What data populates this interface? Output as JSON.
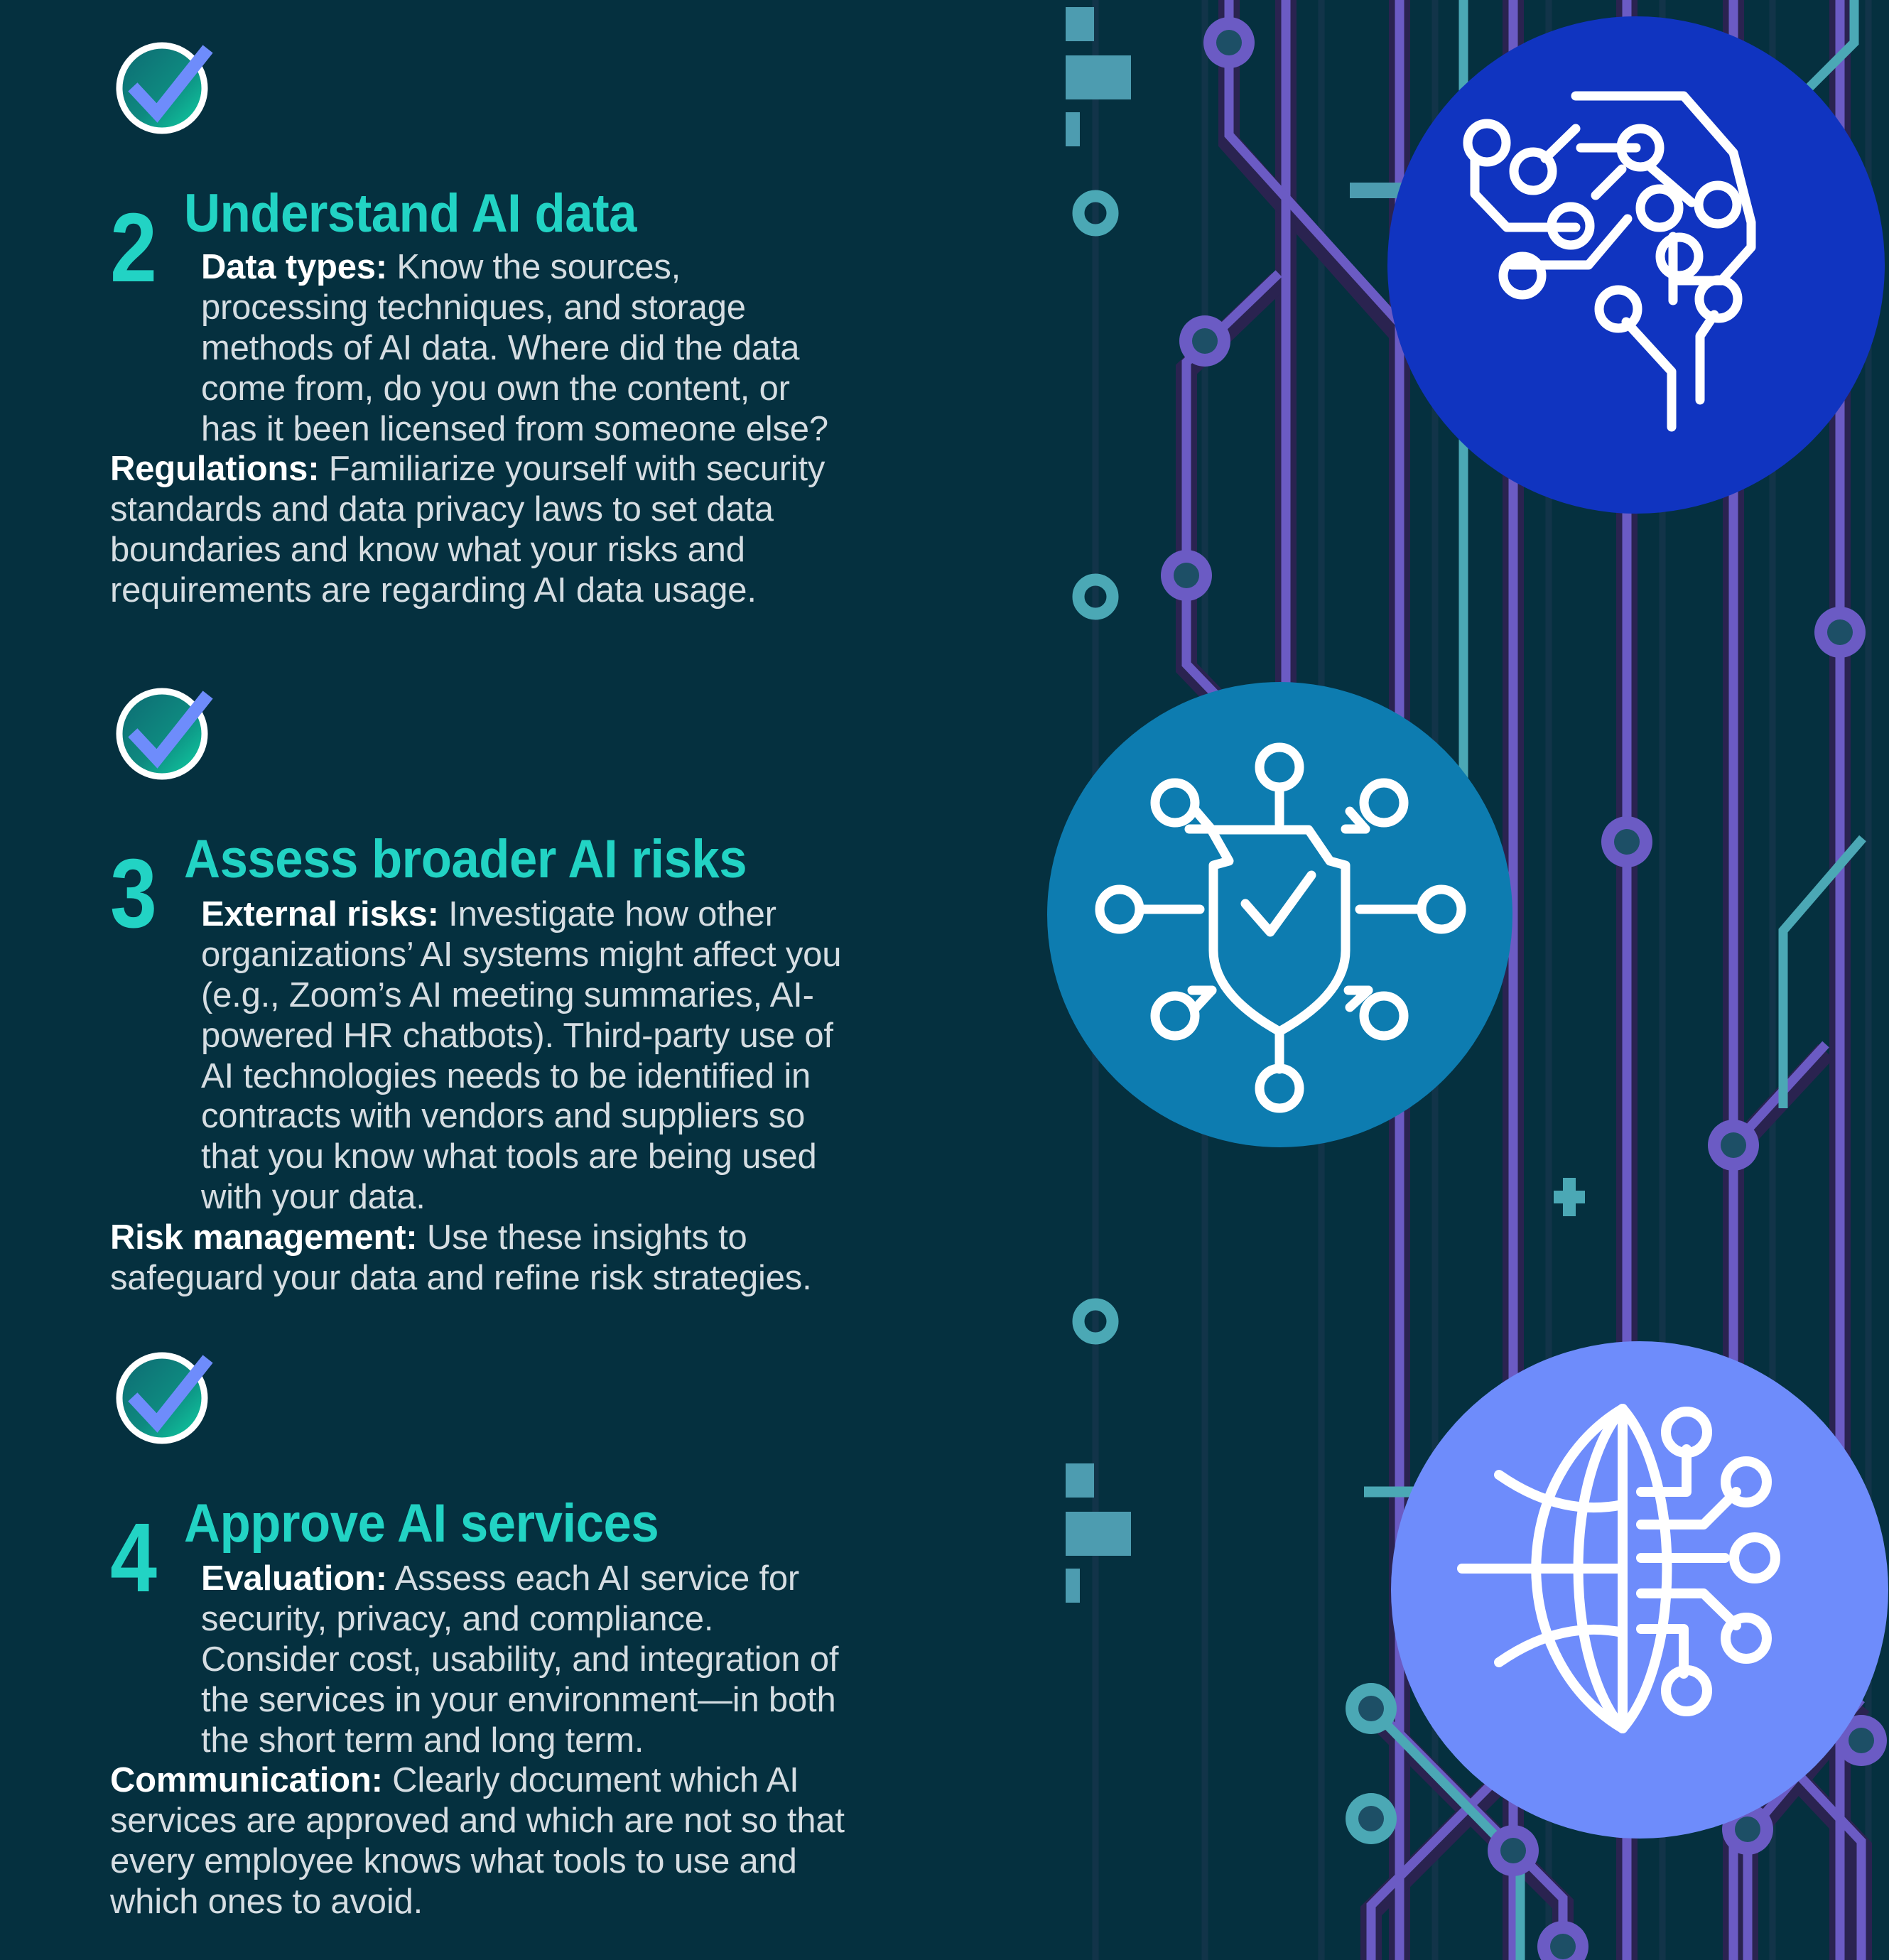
{
  "theme": {
    "background": "#05303f",
    "accent_teal": "#22d3c4",
    "body_text": "#d5dde2",
    "lead_text": "#ffffff",
    "badge_ring": "#ffffff",
    "badge_fill_from": "#0f6e70",
    "badge_fill_to": "#0fd0a8",
    "check_stroke": "#6e8cfb",
    "circle_brain": "#1034c0",
    "circle_shield": "#0d7cb0",
    "circle_globe": "#6e8cfb",
    "trace_purple": "#6b5bc4",
    "trace_purple_dark": "#2a2350",
    "trace_teal": "#4ba8b5",
    "trace_navy": "#123449",
    "node_fill": "#1d4f66",
    "resistor_bar": "#4d9cb0"
  },
  "steps": [
    {
      "number": "2",
      "title": "Understand AI data",
      "icon": "check-badge-icon",
      "paragraphs": [
        {
          "lead": "Data types:",
          "text": " Know the sources, processing techniques, and storage methods of AI data. Where did the data come from, do you own the content, or has it been licensed from someone else?",
          "indent": true
        },
        {
          "lead": "Regulations:",
          "text": " Familiarize yourself with security standards and data privacy laws to set data boundaries and know what your risks and requirements are regarding AI data usage.",
          "indent": false
        }
      ]
    },
    {
      "number": "3",
      "title": "Assess broader AI risks",
      "icon": "check-badge-icon",
      "paragraphs": [
        {
          "lead": "External risks:",
          "text": " Investigate how other organizations’ AI systems might affect you (e.g., Zoom’s AI meeting summaries, AI-powered HR chatbots). Third-party use of AI technologies needs to be identified in contracts with vendors and suppliers so that you know what tools are being used with your data.",
          "indent": true
        },
        {
          "lead": "Risk management:",
          "text": " Use these insights to safeguard your data and refine risk strategies.",
          "indent": false
        }
      ]
    },
    {
      "number": "4",
      "title": "Approve AI services",
      "icon": "check-badge-icon",
      "paragraphs": [
        {
          "lead": "Evaluation:",
          "text": " Assess each AI service for security, privacy, and compliance. Consider cost, usability, and integration of the services in your environment—in both the short term and long term.",
          "indent": true
        },
        {
          "lead": "Communication:",
          "text": " Clearly document which AI services are approved and which are not so that every employee knows what tools to use and which ones to avoid.",
          "indent": false
        }
      ]
    }
  ],
  "graphics": {
    "brain_icon": "ai-brain-circuit-icon",
    "shield_icon": "shield-check-network-icon",
    "globe_icon": "globe-circuit-icon",
    "background": "circuit-board-pattern"
  }
}
